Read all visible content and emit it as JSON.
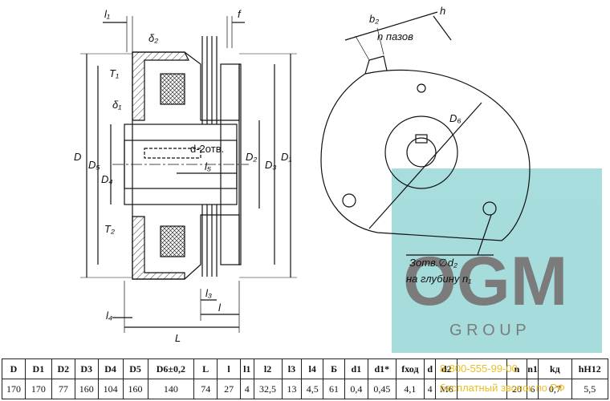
{
  "drawing": {
    "dims": {
      "l1": "l₁",
      "f": "f",
      "delta2": "δ₂",
      "T1": "T₁",
      "delta1": "δ₁",
      "D": "D",
      "D5": "D₅",
      "D4": "D₄",
      "T2": "T₂",
      "d_holes": "d-2отв.",
      "l5": "l₅",
      "D2": "D₂",
      "D3": "D₃",
      "D1": "D₁",
      "l3": "l₃",
      "l4": "l₄",
      "l": "l",
      "L": "L",
      "b2": "b₂",
      "h": "h",
      "n_slots": "n пазов",
      "D6": "D₆",
      "holes_note_1": "Зотв.∅d₂",
      "holes_note_2": "на глубину n₁"
    }
  },
  "watermark": {
    "brand_big": "OGM",
    "brand_small": "G R O U P",
    "phone": "8-800-555-99-00",
    "phone_note": "бесплатный звонок по РФ"
  },
  "table": {
    "headers": [
      "D",
      "D1",
      "D2",
      "D3",
      "D4",
      "D5",
      "D6±0,2",
      "L",
      "l",
      "l1",
      "l2",
      "l3",
      "l4",
      "Б",
      "d1",
      "d1*",
      "fход",
      "d",
      "d2",
      "",
      "n",
      "n1",
      "kд",
      "hH12"
    ],
    "values": [
      "170",
      "170",
      "77",
      "160",
      "104",
      "160",
      "140",
      "74",
      "27",
      "4",
      "32,5",
      "13",
      "4,5",
      "61",
      "0,4",
      "0,45",
      "4,1",
      "4",
      "M6",
      "",
      "20",
      "6",
      "0,7",
      "5,5"
    ]
  },
  "colors": {
    "line": "#111111",
    "watermark_fill": "#5fc1c1",
    "watermark_contact": "#e7b400"
  }
}
